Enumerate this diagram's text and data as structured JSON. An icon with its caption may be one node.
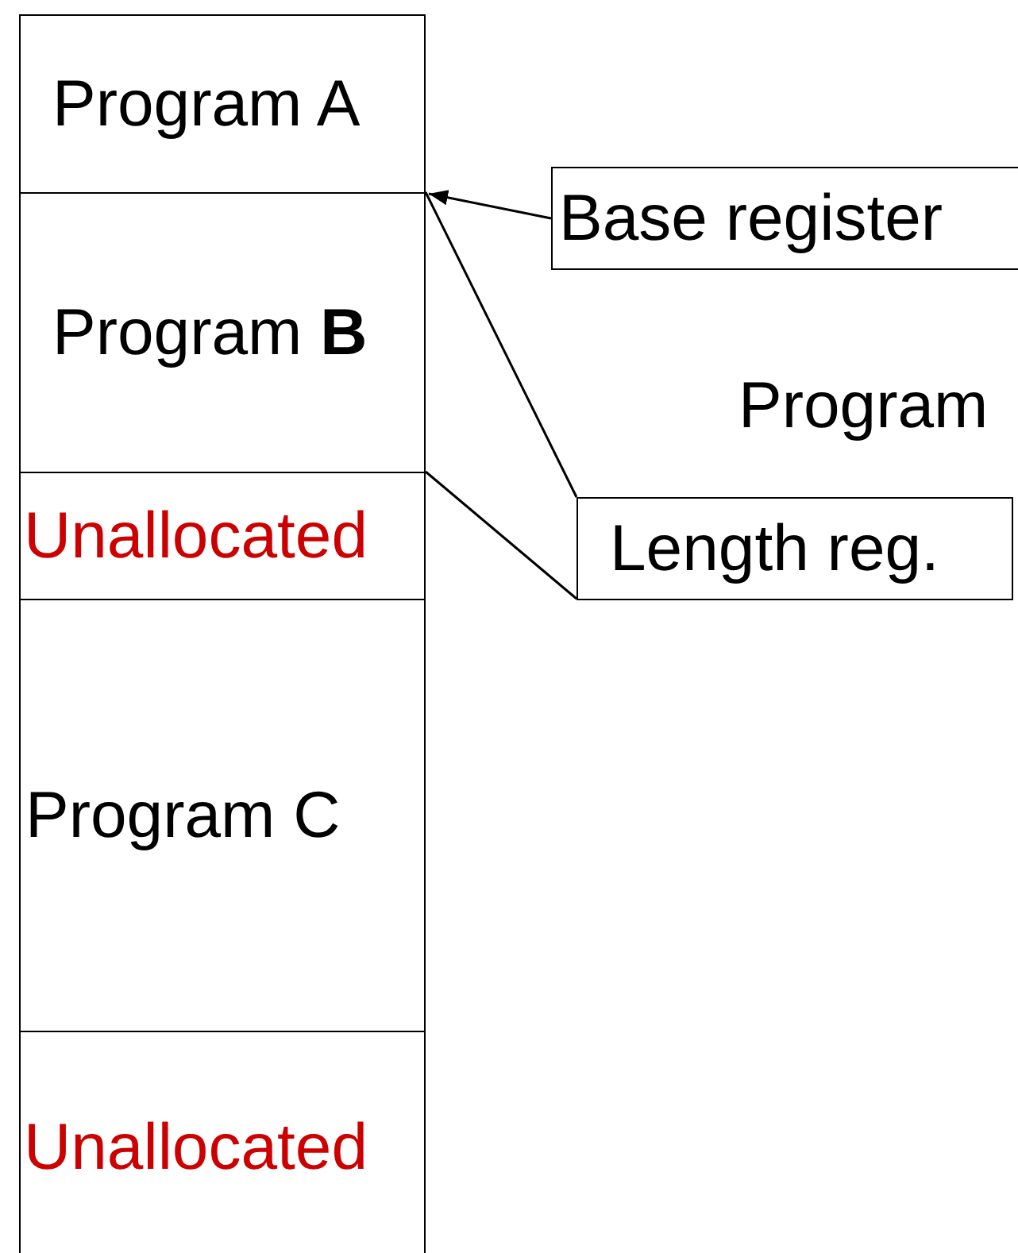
{
  "diagram": {
    "nodes": [
      {
        "text": [
          "Program A"
        ]
      },
      {
        "text": [
          "Program **B**"
        ]
      },
      {
        "text": [
          "Unallocated"
        ]
      },
      {
        "text": [
          "Program C"
        ]
      },
      {
        "text": [
          "Unallocated"
        ]
      },
      {
        "text": [
          "Base register"
        ]
      },
      {
        "text": [
          "Length reg."
        ]
      }
    ],
    "edges": [
      {
        "from": 5,
        "to": 1,
        "arrow": "to"
      },
      {
        "from": 6,
        "to": 1,
        "arrow": "none"
      },
      {
        "from": 6,
        "to": 1,
        "arrow": "none"
      }
    ],
    "labels": [
      "Program"
    ]
  }
}
